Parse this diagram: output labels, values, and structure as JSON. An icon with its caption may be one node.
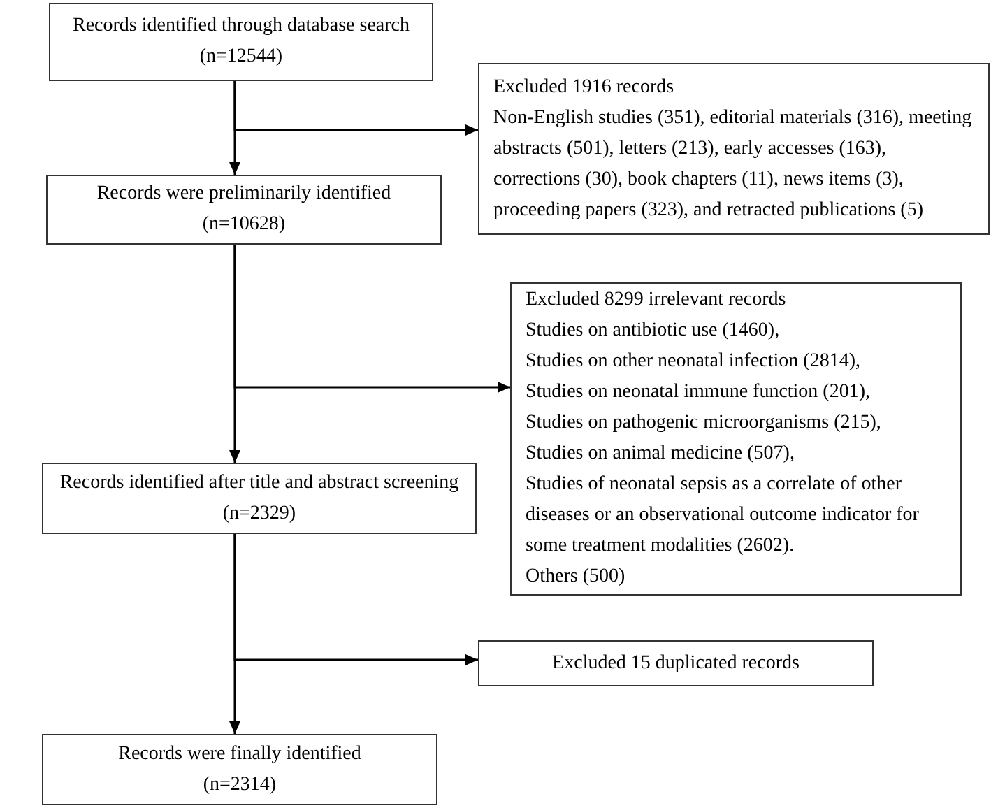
{
  "diagram": {
    "nodes": [
      {
        "text": [
          "Records identified through database search",
          "(n=12544)"
        ]
      },
      {
        "text": [
          "Excluded 1916 records",
          "Non-English studies (351), editorial materials (316), meeting abstracts (501), letters (213), early accesses (163), corrections (30), book chapters (11), news items (3), proceeding papers (323), and retracted publications (5)"
        ]
      },
      {
        "text": [
          "Records were preliminarily identified",
          "(n=10628)"
        ]
      },
      {
        "text": [
          "Excluded 8299 irrelevant records",
          "Studies on antibiotic use (1460),",
          "Studies on other neonatal infection (2814),",
          "Studies on neonatal immune function (201),",
          "Studies on pathogenic microorganisms (215),",
          "Studies on animal medicine (507),",
          "Studies of neonatal sepsis as a correlate of other diseases or an observational outcome indicator for some treatment modalities (2602).",
          "Others (500)"
        ]
      },
      {
        "text": [
          "Records identified after title and abstract screening",
          "(n=2329)"
        ]
      },
      {
        "text": [
          "Excluded 15 duplicated records"
        ]
      },
      {
        "text": [
          "Records were finally identified",
          "(n=2314)"
        ]
      }
    ],
    "edges": [
      {
        "from": 0,
        "to": 2,
        "arrow": "to"
      },
      {
        "from": 0,
        "to": 1,
        "arrow": "to"
      },
      {
        "from": 2,
        "to": 4,
        "arrow": "to"
      },
      {
        "from": 2,
        "to": 3,
        "arrow": "to"
      },
      {
        "from": 4,
        "to": 6,
        "arrow": "to"
      },
      {
        "from": 4,
        "to": 5,
        "arrow": "to"
      }
    ]
  }
}
